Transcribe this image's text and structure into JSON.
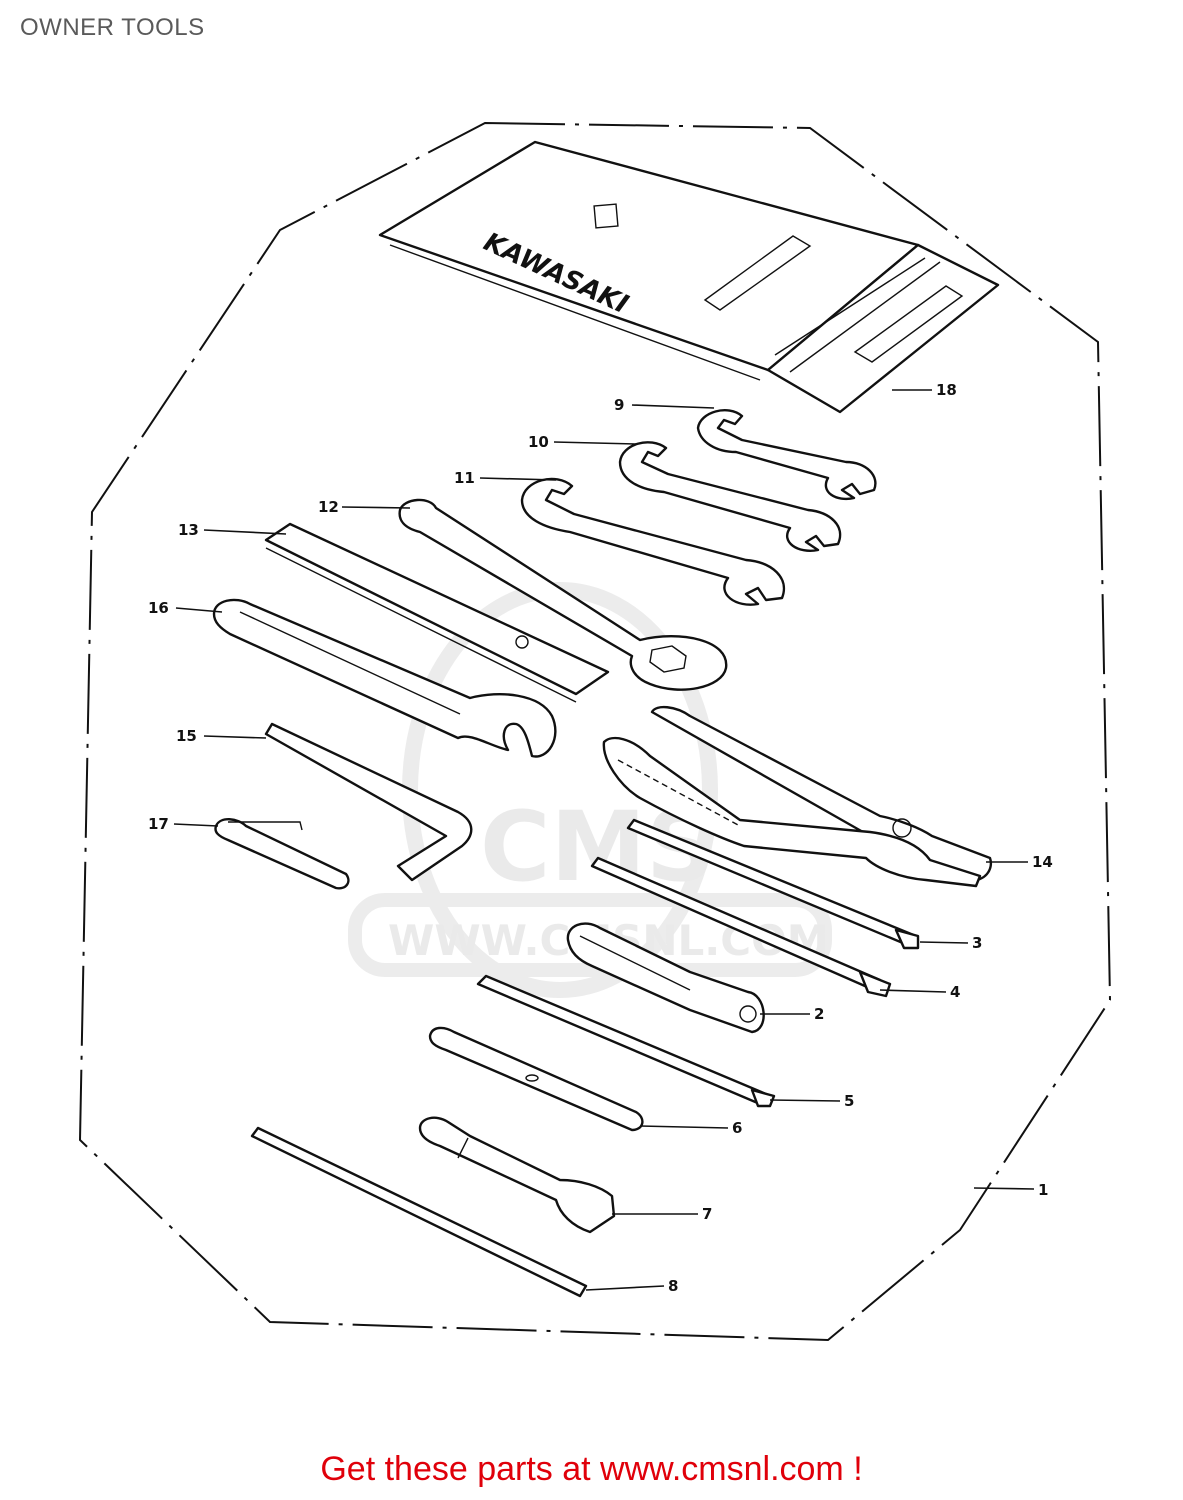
{
  "header": {
    "title": "OWNER TOOLS"
  },
  "diagram": {
    "brand_on_bag": "KAWASAKI",
    "watermark": {
      "logo": "CMS",
      "site": "WWW.CMSNL.COM"
    },
    "callouts": [
      "1",
      "2",
      "3",
      "4",
      "5",
      "6",
      "7",
      "8",
      "9",
      "10",
      "11",
      "12",
      "13",
      "14",
      "15",
      "16",
      "17",
      "18"
    ]
  },
  "footer": {
    "cta": "Get these parts at www.cmsnl.com !"
  },
  "colors": {
    "accent": "#e0000a",
    "ink": "#111111",
    "title": "#5a5a5a"
  }
}
